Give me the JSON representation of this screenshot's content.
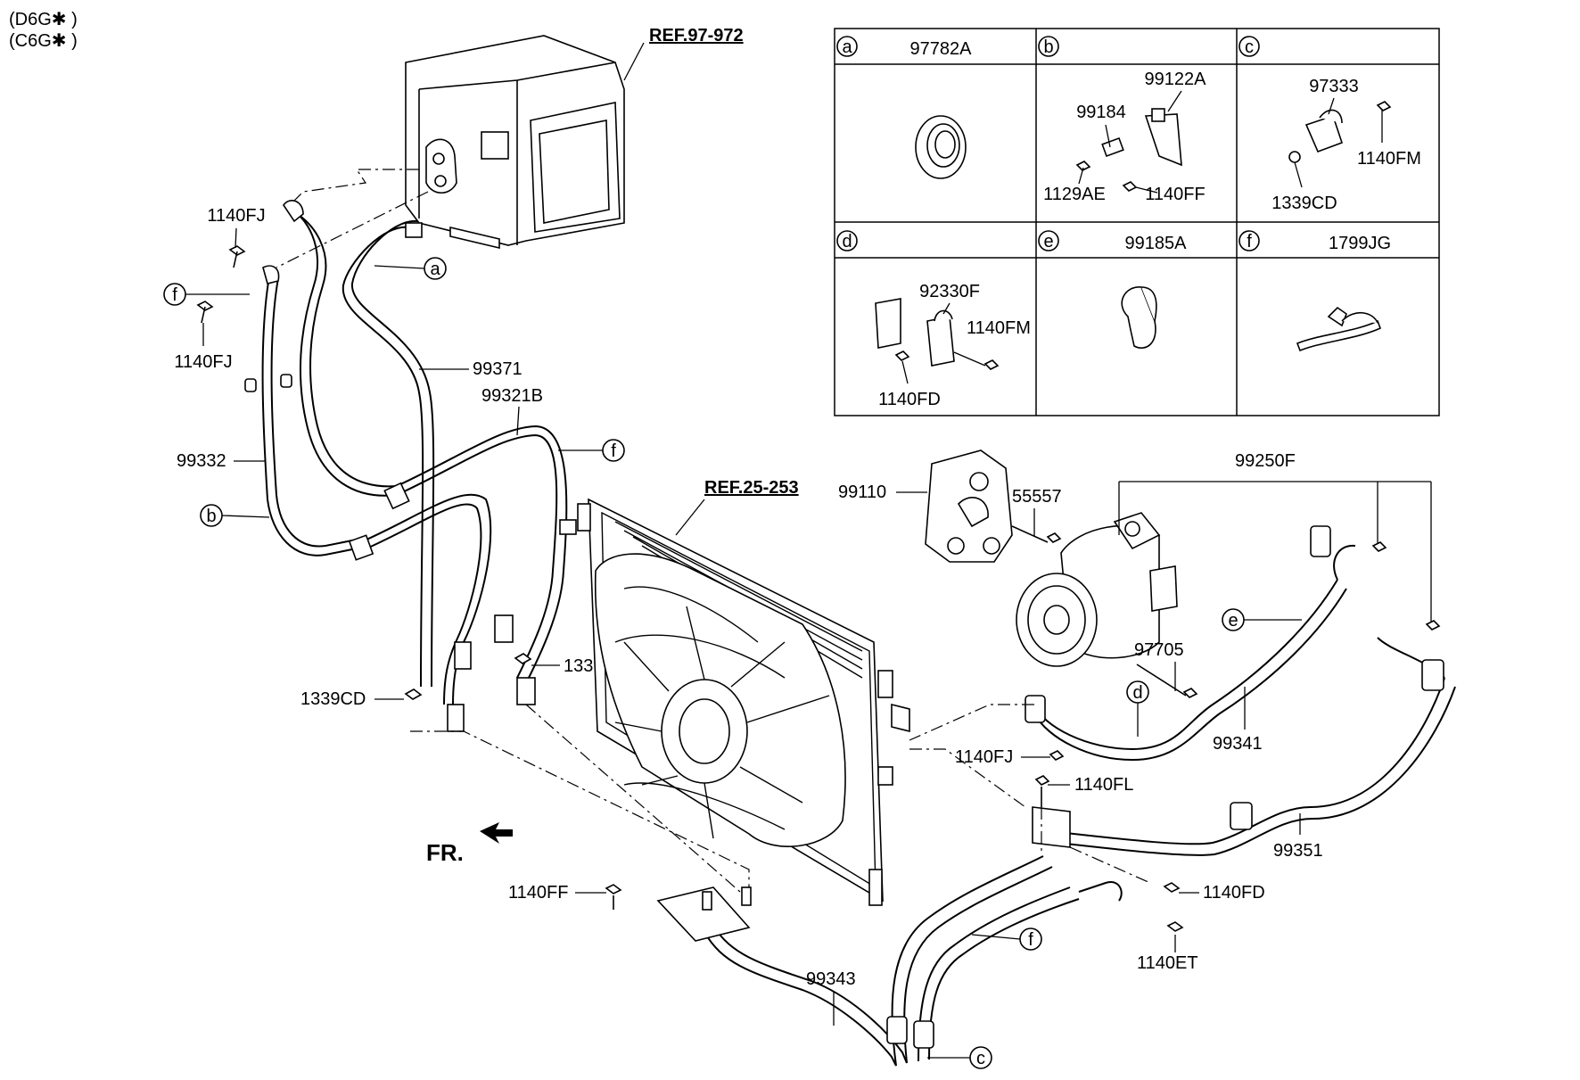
{
  "header": {
    "variant_1": "(D6G✱ )",
    "variant_2": "(C6G✱ )"
  },
  "references": {
    "hvac": "REF.97-972",
    "radiator": "REF.25-253"
  },
  "direction": "FR.",
  "legend": {
    "a": {
      "letter": "a",
      "code": "97782A"
    },
    "b": {
      "letter": "b",
      "code": "",
      "parts": [
        "99122A",
        "99184",
        "1129AE",
        "1140FF"
      ]
    },
    "c": {
      "letter": "c",
      "code": "",
      "parts": [
        "97333",
        "1140FM",
        "1339CD"
      ]
    },
    "d": {
      "letter": "d",
      "code": "",
      "parts": [
        "92330F",
        "1140FM",
        "1140FD"
      ]
    },
    "e": {
      "letter": "e",
      "code": "99185A"
    },
    "f": {
      "letter": "f",
      "code": "1799JG"
    }
  },
  "callouts": {
    "fj_top": "1140FJ",
    "fj_left": "1140FJ",
    "p99371": "99371",
    "p99321b": "99321B",
    "p99332": "99332",
    "cd_left": "1339CD",
    "cd_mid": "1339CD",
    "p99110": "99110",
    "p55557": "55557",
    "p99250f": "99250F",
    "p97705": "97705",
    "p99341": "99341",
    "fj_mid": "1140FJ",
    "fl": "1140FL",
    "p99351": "99351",
    "fd": "1140FD",
    "et": "1140ET",
    "ff": "1140FF",
    "p99343": "99343"
  },
  "circle_tags": {
    "a1": "a",
    "f1": "f",
    "b1": "b",
    "f2": "f",
    "e1": "e",
    "d1": "d",
    "f3": "f",
    "c1": "c"
  }
}
